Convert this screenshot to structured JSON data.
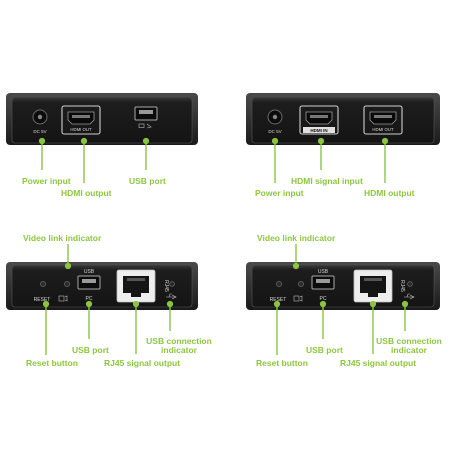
{
  "accent_color": "#8cc63f",
  "device_color": "#1e1e1e",
  "top_left": {
    "ports": {
      "dc": "DC 5V",
      "hdmi_out": "HDMI OUT"
    },
    "labels": {
      "power_input": "Power input",
      "hdmi_output": "HDMI output",
      "usb_port": "USB port"
    }
  },
  "top_right": {
    "ports": {
      "dc": "DC 5V",
      "hdmi_in": "HDMI IN",
      "hdmi_out": "HDMI OUT"
    },
    "labels": {
      "power_input": "Power input",
      "hdmi_signal_input": "HDMI signal input",
      "hdmi_output": "HDMI output"
    }
  },
  "bottom_left": {
    "ports": {
      "usb": "USB",
      "pc": "PC",
      "reset": "RESET",
      "rj45": "RJ45"
    },
    "labels": {
      "video_link_indicator": "Video link indicator",
      "reset_button": "Reset button",
      "usb_port": "USB port",
      "rj45_signal_output": "RJ45 signal output",
      "usb_connection_indicator": "USB connection indicator"
    }
  },
  "bottom_right": {
    "ports": {
      "usb": "USB",
      "pc": "PC",
      "reset": "RESET",
      "rj45": "RJ45"
    },
    "labels": {
      "video_link_indicator": "Video link indicator",
      "reset_button": "Reset button",
      "usb_port": "USB port",
      "rj45_signal_output": "RJ45 signal output",
      "usb_connection_indicator": "USB connection indicator"
    }
  }
}
